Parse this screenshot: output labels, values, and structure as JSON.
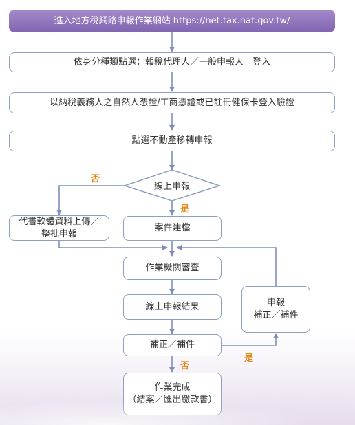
{
  "header": {
    "text": "進入地方稅網路申報作業網站 https://net.tax.nat.gov.tw/"
  },
  "steps": {
    "login": "依身分種類點選：報稅代理人／一般申報人　登入",
    "verify": "以納稅義務人之自然人憑證/工商憑證或已註冊健保卡登入驗證",
    "select": "點選不動產移轉申報",
    "online": "線上申報",
    "batch_line1": "代書軟體資料上傳／",
    "batch_line2": "整批申報",
    "case": "案件建檔",
    "review": "作業機關審查",
    "result": "線上申報結果",
    "supp_q": "補正／補件",
    "resubmit_line1": "申報",
    "resubmit_line2": "補正／補件",
    "done_line1": "作業完成",
    "done_line2": "（結案／匯出繳款書）"
  },
  "labels": {
    "no_left": "否",
    "yes_down": "是",
    "yes_right": "是",
    "no_down": "否"
  },
  "colors": {
    "header": "#8064b2",
    "connector": "#7f8fb8",
    "box_border": "#8fa0c4",
    "label": "#e08a1e"
  }
}
